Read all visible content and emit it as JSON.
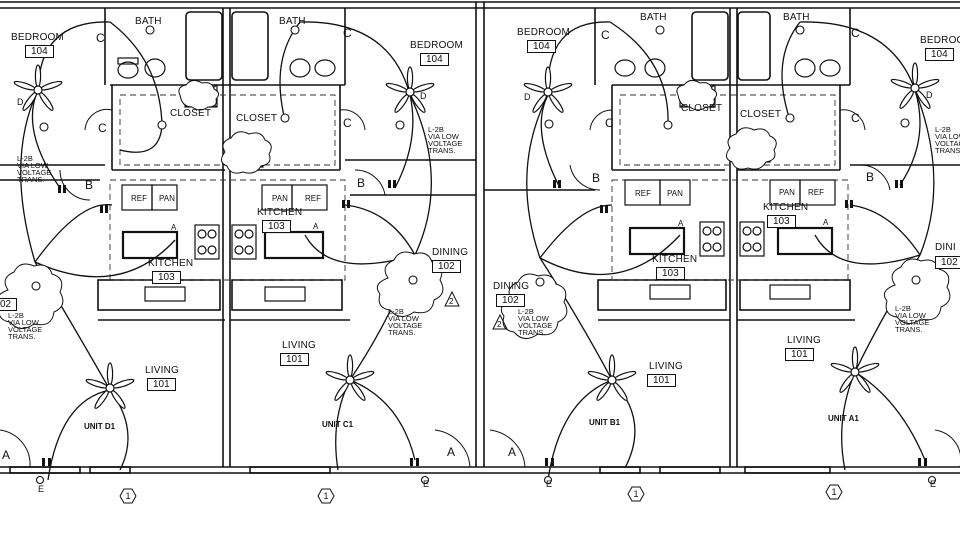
{
  "rooms": {
    "bedroom_label": "BEDROOM",
    "bedroom_num": "104",
    "bath_label": "BATH",
    "closet_label": "CLOSET",
    "kitchen_label": "KITCHEN",
    "kitchen_num": "103",
    "dining_label": "DINING",
    "dining_num": "102",
    "dining_num_partial": "02",
    "dining_partial": "DINI",
    "living_label": "LIVING",
    "living_num": "101",
    "ref_label": "REF",
    "pan_label": "PAN"
  },
  "units": [
    "UNIT D1",
    "UNIT C1",
    "UNIT B1",
    "UNIT A1"
  ],
  "note_text": "L-2B\nVIA LOW\nVOLTAGE\nTRANS.",
  "tags": {
    "A": "A",
    "B": "B",
    "C": "C",
    "D": "D",
    "E": "E",
    "a": "a",
    "b": "b",
    "detail": "1",
    "rev": "2"
  },
  "colors": {
    "line": "#111111",
    "background": "#ffffff",
    "dash": "#333333"
  },
  "icons": [
    "ceiling-fan-icon",
    "revision-triangle-icon",
    "detail-hexagon-icon",
    "range-icon",
    "sink-icon",
    "toilet-icon"
  ]
}
